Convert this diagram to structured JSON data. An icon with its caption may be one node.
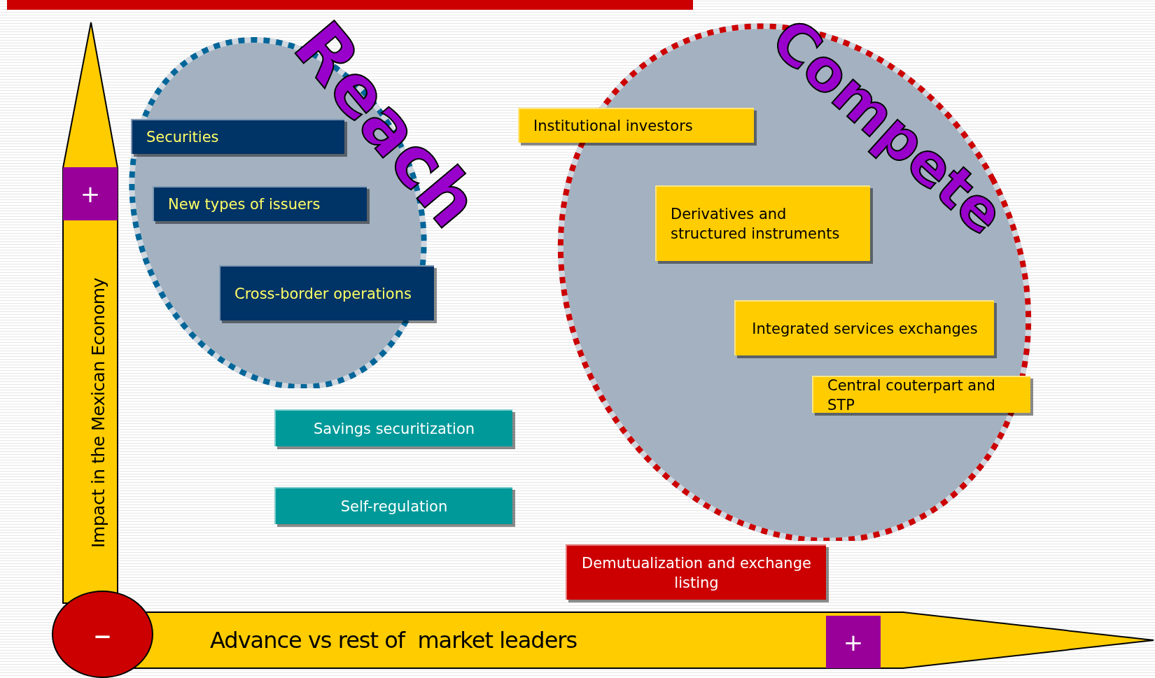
{
  "diagram": {
    "nodes": [
      {
        "text": [
          "Reach"
        ]
      },
      {
        "text": [
          "Securities"
        ],
        "in": 0
      },
      {
        "text": [
          "New types of issuers"
        ],
        "in": 0
      },
      {
        "text": [
          "Cross-border operations"
        ],
        "in": 0
      },
      {
        "text": [
          "Compete"
        ]
      },
      {
        "text": [
          "Institutional investors"
        ],
        "in": 4
      },
      {
        "text": [
          "Derivatives and structured instruments"
        ],
        "in": 4
      },
      {
        "text": [
          "Integrated services exchanges"
        ],
        "in": 4
      },
      {
        "text": [
          "Central couterpart and STP"
        ],
        "in": 4
      },
      {
        "text": [
          "Savings securitization"
        ]
      },
      {
        "text": [
          "Self-regulation"
        ]
      },
      {
        "text": [
          "Demutualization and exchange listing"
        ]
      }
    ],
    "edges": [],
    "labels": [
      "+",
      "Impact in the Mexican Economy",
      "–",
      "Advance vs rest of  market leaders",
      "+"
    ]
  }
}
